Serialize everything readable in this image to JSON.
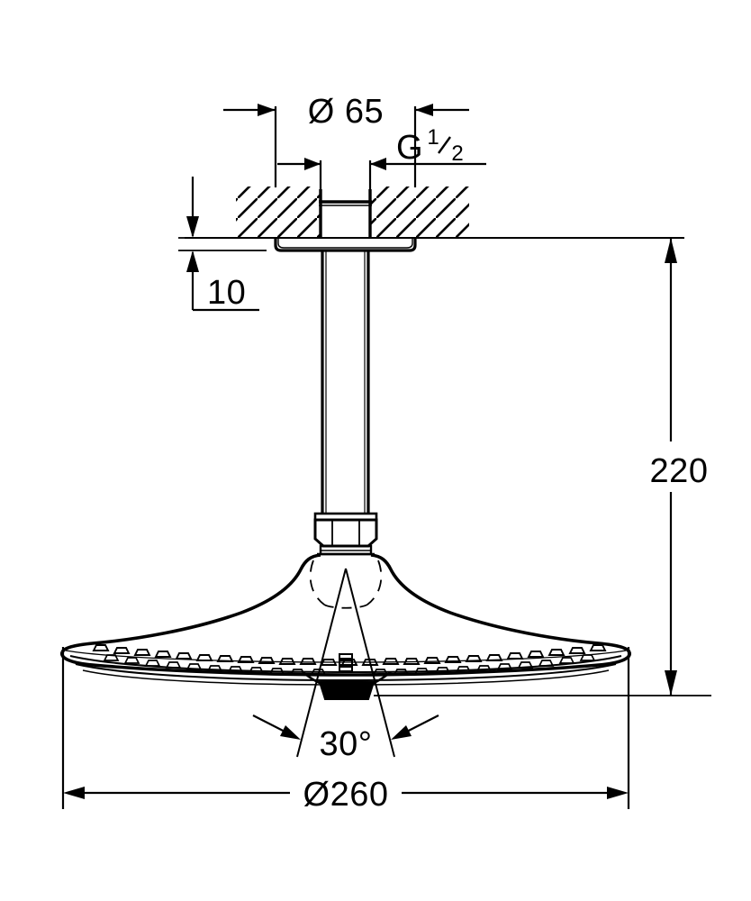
{
  "drawing": {
    "type": "technical-dimensional-drawing",
    "subject": "ceiling-mounted shower head",
    "units": "mm",
    "line_color": "#000000",
    "background_color": "#ffffff"
  },
  "dimensions": {
    "flange_diameter": {
      "label": "Ø 65",
      "value": 65,
      "symbol": "Ø",
      "number": "65",
      "orientation": "horizontal",
      "location": "top"
    },
    "thread": {
      "label": "G 1/2",
      "prefix": "G",
      "numerator": "1",
      "denominator": "2",
      "orientation": "horizontal",
      "location": "top-right"
    },
    "flange_thickness": {
      "label": "10",
      "value": 10,
      "orientation": "vertical",
      "location": "left"
    },
    "total_drop": {
      "label": "220",
      "value": 220,
      "orientation": "vertical",
      "location": "right"
    },
    "spray_angle": {
      "label": "30°",
      "value": 30,
      "unit": "degrees",
      "location": "bottom-center"
    },
    "head_diameter": {
      "label": "Ø260",
      "value": 260,
      "symbol": "Ø",
      "number": "260",
      "orientation": "horizontal",
      "location": "bottom"
    }
  }
}
